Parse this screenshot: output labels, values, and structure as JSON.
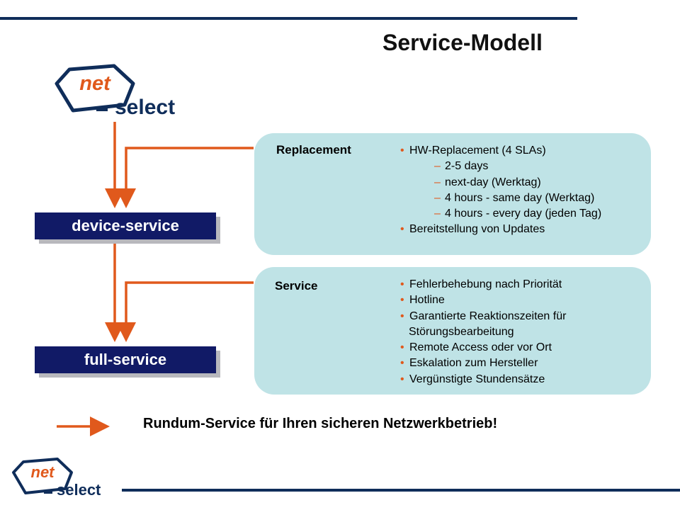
{
  "page": {
    "title": "Service-Modell",
    "tagline": "Rundum-Service für Ihren sicheren Netzwerkbetrieb!"
  },
  "logo": {
    "top_word": "net",
    "bottom_word": "select",
    "dash": "-"
  },
  "colors": {
    "navy": "#0f2d5a",
    "stage_box": "#111a66",
    "panel": "#bfe3e6",
    "arrow": "#e0591c",
    "logo_red": "#e0591c"
  },
  "stages": {
    "device": "device-service",
    "full": "full-service"
  },
  "panels": {
    "replacement": {
      "label": "Replacement",
      "items": [
        {
          "text": "HW-Replacement (4 SLAs)",
          "level": 0
        },
        {
          "text": "2-5 days",
          "level": 1
        },
        {
          "text": "next-day (Werktag)",
          "level": 1
        },
        {
          "text": "4 hours - same day (Werktag)",
          "level": 1
        },
        {
          "text": "4 hours - every day (jeden Tag)",
          "level": 1
        },
        {
          "text": "Bereitstellung von Updates",
          "level": 0
        }
      ]
    },
    "service": {
      "label": "Service",
      "items": [
        {
          "text": "Fehlerbehebung nach Priorität",
          "level": 0
        },
        {
          "text": "Hotline",
          "level": 0
        },
        {
          "text": "Garantierte Reaktionszeiten für",
          "level": 0
        },
        {
          "text": "Störungsbearbeitung",
          "level": 2
        },
        {
          "text": "Remote Access oder vor Ort",
          "level": 0
        },
        {
          "text": "Eskalation zum Hersteller",
          "level": 0
        },
        {
          "text": "Vergünstigte Stundensätze",
          "level": 0
        }
      ]
    }
  }
}
